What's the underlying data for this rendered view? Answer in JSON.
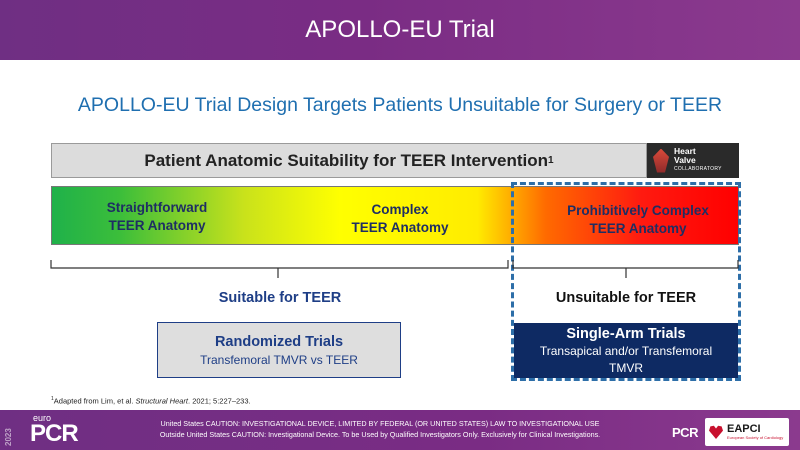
{
  "header": {
    "title": "APOLLO-EU Trial"
  },
  "subtitle": "APOLLO-EU Trial Design Targets Patients Unsuitable for Surgery or TEER",
  "suitability": {
    "label": "Patient Anatomic Suitability for TEER Intervention",
    "sup": "1"
  },
  "logo_hvc": {
    "line1": "Heart",
    "line2": "Valve",
    "line3": "COLLABORATORY"
  },
  "anatomy": [
    {
      "line1": "Straightforward",
      "line2": "TEER Anatomy"
    },
    {
      "line1": "Complex",
      "line2": "TEER Anatomy"
    },
    {
      "line1": "Prohibitively Complex",
      "line2": "TEER Anatomy"
    }
  ],
  "groups": {
    "suitable": "Suitable for TEER",
    "unsuitable": "Unsuitable for TEER"
  },
  "randomized": {
    "title": "Randomized Trials",
    "subtitle": "Transfemoral TMVR vs TEER"
  },
  "single_arm": {
    "title": "Single-Arm Trials",
    "line1": "Transapical and/or Transfemoral",
    "line2": "TMVR"
  },
  "footnote": {
    "sup": "1",
    "pre": "Adapted from Lim, et al. ",
    "journal": "Structural Heart",
    "post": ". 2021; 5:227–233."
  },
  "footer": {
    "year": "2023",
    "euro": "euro",
    "pcr": "PCR",
    "caution_line1": "United States CAUTION: INVESTIGATIONAL DEVICE, LIMITED BY FEDERAL (OR UNITED STATES) LAW TO INVESTIGATIONAL USE",
    "caution_line2": "Outside United States  CAUTION: Investigational Device. To be Used by Qualified Investigators Only. Exclusively for Clinical Investigations.",
    "pcr_logo": "PCR",
    "eapci": "EAPCI",
    "eapci_sub": "European Society of Cardiology"
  },
  "colors": {
    "purple": "#7a2c84",
    "blue_text": "#1f6fb0",
    "navy": "#0e2a63",
    "dashed": "#2d6ea8"
  }
}
